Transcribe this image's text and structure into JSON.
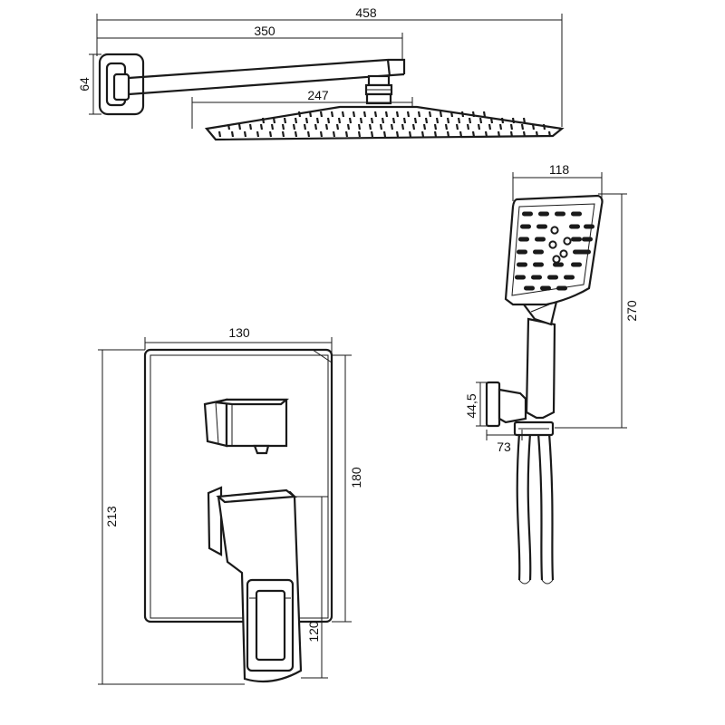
{
  "drawing": {
    "ink_color": "#1a1a1a",
    "background": "#ffffff",
    "dimensions": {
      "overall_width": "458",
      "arm_length": "350",
      "flange_height": "64",
      "head_width": "247",
      "hand_width": "118",
      "hand_length": "270",
      "holder_height": "44,5",
      "holder_depth": "73",
      "plate_width": "130",
      "plate_height": "213",
      "plate_inner_height": "180",
      "handle_height": "120"
    }
  }
}
